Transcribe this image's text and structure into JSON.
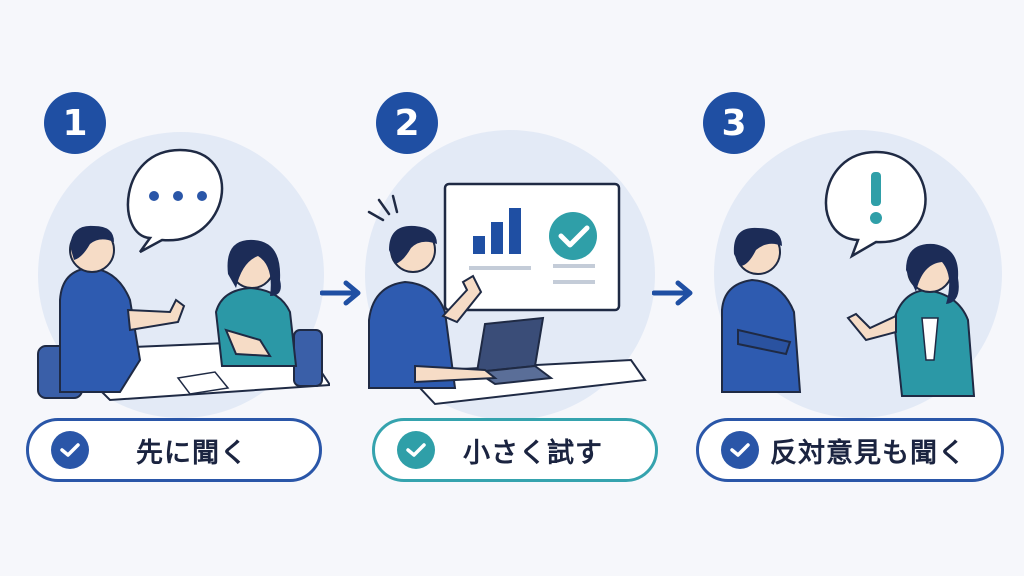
{
  "steps": [
    {
      "number": "1",
      "label": "先に聞く",
      "icon": "speech-ellipsis-icon",
      "accent": "#2a56a8"
    },
    {
      "number": "2",
      "label": "小さく試す",
      "icon": "chart-check-icon",
      "accent": "#35a3ae"
    },
    {
      "number": "3",
      "label": "反対意見も聞く",
      "icon": "speech-exclamation-icon",
      "accent": "#2a56a8"
    }
  ],
  "colors": {
    "primary": "#1f4fa3",
    "teal": "#2f9fa8",
    "background": "#f6f7fb",
    "circle": "#e3eaf6"
  }
}
